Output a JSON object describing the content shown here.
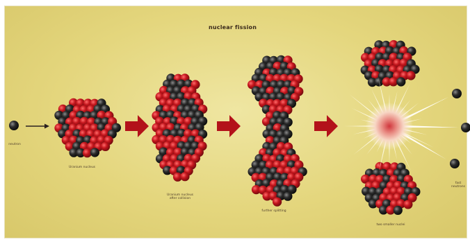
{
  "title": "nuclear fission",
  "captions": {
    "neutron": "neutron",
    "uranium": "Uranium nucleus",
    "elongated": "Uranium nucleus\nafter collision",
    "further": "further splitting",
    "lighter": "two smaller nuclei",
    "fast": "fast\nneutrons"
  },
  "colors": {
    "background": "#e4d67d",
    "proton": "#b0151b",
    "neutron_particle": "#262626",
    "arrow": "#b3121a"
  }
}
